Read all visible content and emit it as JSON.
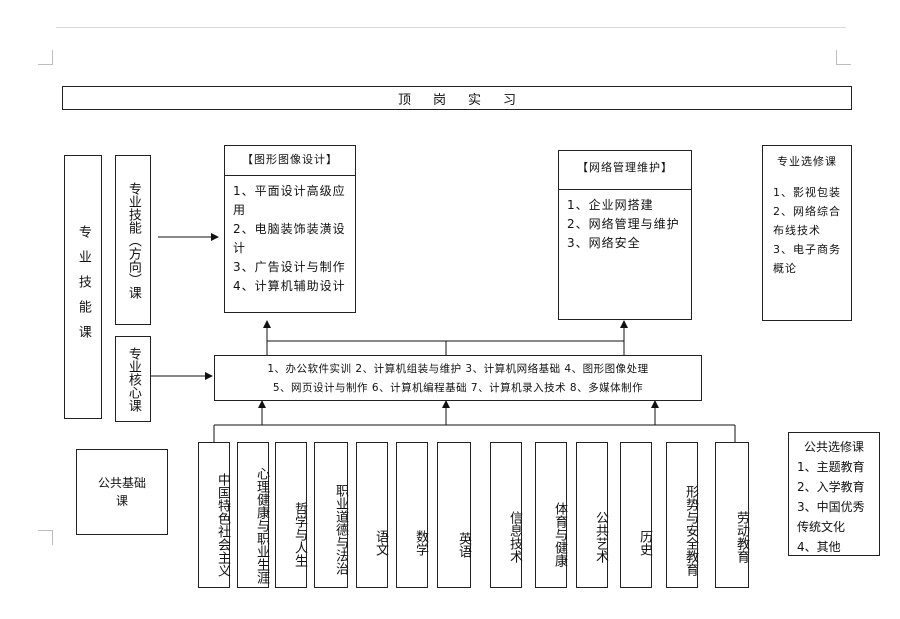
{
  "internship": "顶岗实习",
  "professional_skills": "专业技能课",
  "skill_direction": "专业技能（方向）课",
  "core_course": "专业核心课",
  "graphic_design": {
    "title": "【图形图像设计】",
    "items": [
      "1、平面设计高级应用",
      "2、电脑装饰装潢设计",
      "3、广告设计与制作",
      "4、计算机辅助设计"
    ]
  },
  "network_mgmt": {
    "title": "【网络管理维护】",
    "items": [
      "1、企业网搭建",
      "2、网络管理与维护",
      "3、网络安全"
    ]
  },
  "prof_elective": {
    "title": "专业选修课",
    "items": [
      "1、影视包装",
      "2、网络综合布线技术",
      "3、电子商务概论"
    ]
  },
  "core_list": {
    "line1": "1、办公软件实训 2、计算机组装与维护 3、计算机网络基础 4、图形图像处理",
    "line2": "5、网页设计与制作 6、计算机编程基础 7、计算机录入技术 8、多媒体制作"
  },
  "public_basic": "公共基础课",
  "public_courses": [
    "中国特色社会主义",
    "心理健康与职业生涯",
    "哲学与人生",
    "职业道德与法治",
    "语文",
    "数学",
    "英语",
    "信息技术",
    "体育与健康",
    "公共艺术",
    "历史",
    "形势与安全教育",
    "劳动教育"
  ],
  "public_elective": {
    "title": "公共选修课",
    "items": [
      "1、主题教育",
      "2、入学教育",
      "3、中国优秀传统文化",
      "4、其他"
    ]
  }
}
